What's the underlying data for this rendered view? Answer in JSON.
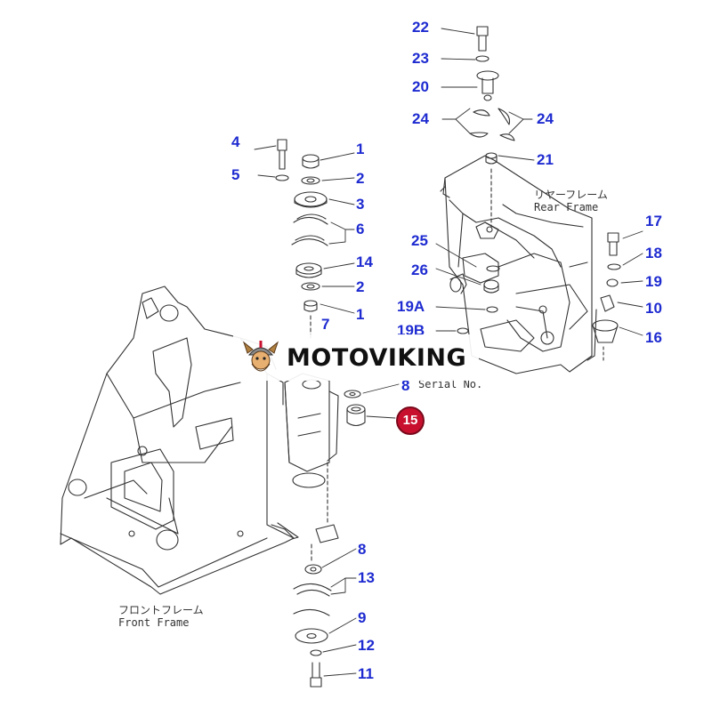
{
  "callouts": {
    "c22": "22",
    "c23": "23",
    "c20": "20",
    "c24a": "24",
    "c24b": "24",
    "c21": "21",
    "c4": "4",
    "c1a": "1",
    "c5": "5",
    "c2a": "2",
    "c3": "3",
    "c6": "6",
    "c14": "14",
    "c2b": "2",
    "c1b": "1",
    "c7": "7",
    "c25": "25",
    "c26": "26",
    "c19a": "19A",
    "c19b": "19B",
    "c17": "17",
    "c18": "18",
    "c19": "19",
    "c10": "10",
    "c16": "16",
    "c8a": "8",
    "c15": "15",
    "c8b": "8",
    "c13": "13",
    "c9": "9",
    "c12": "12",
    "c11": "11"
  },
  "labels": {
    "rear_jp": "リヤーフレーム",
    "rear_en": "Rear Frame",
    "serial": "Serial No.",
    "front_jp": "フロントフレーム",
    "front_en": "Front Frame"
  },
  "logo": {
    "text": "MOTOVIKING",
    "highlight_color": "#c8102e"
  },
  "colors": {
    "callout": "#1e2bd0",
    "line": "#333333"
  }
}
